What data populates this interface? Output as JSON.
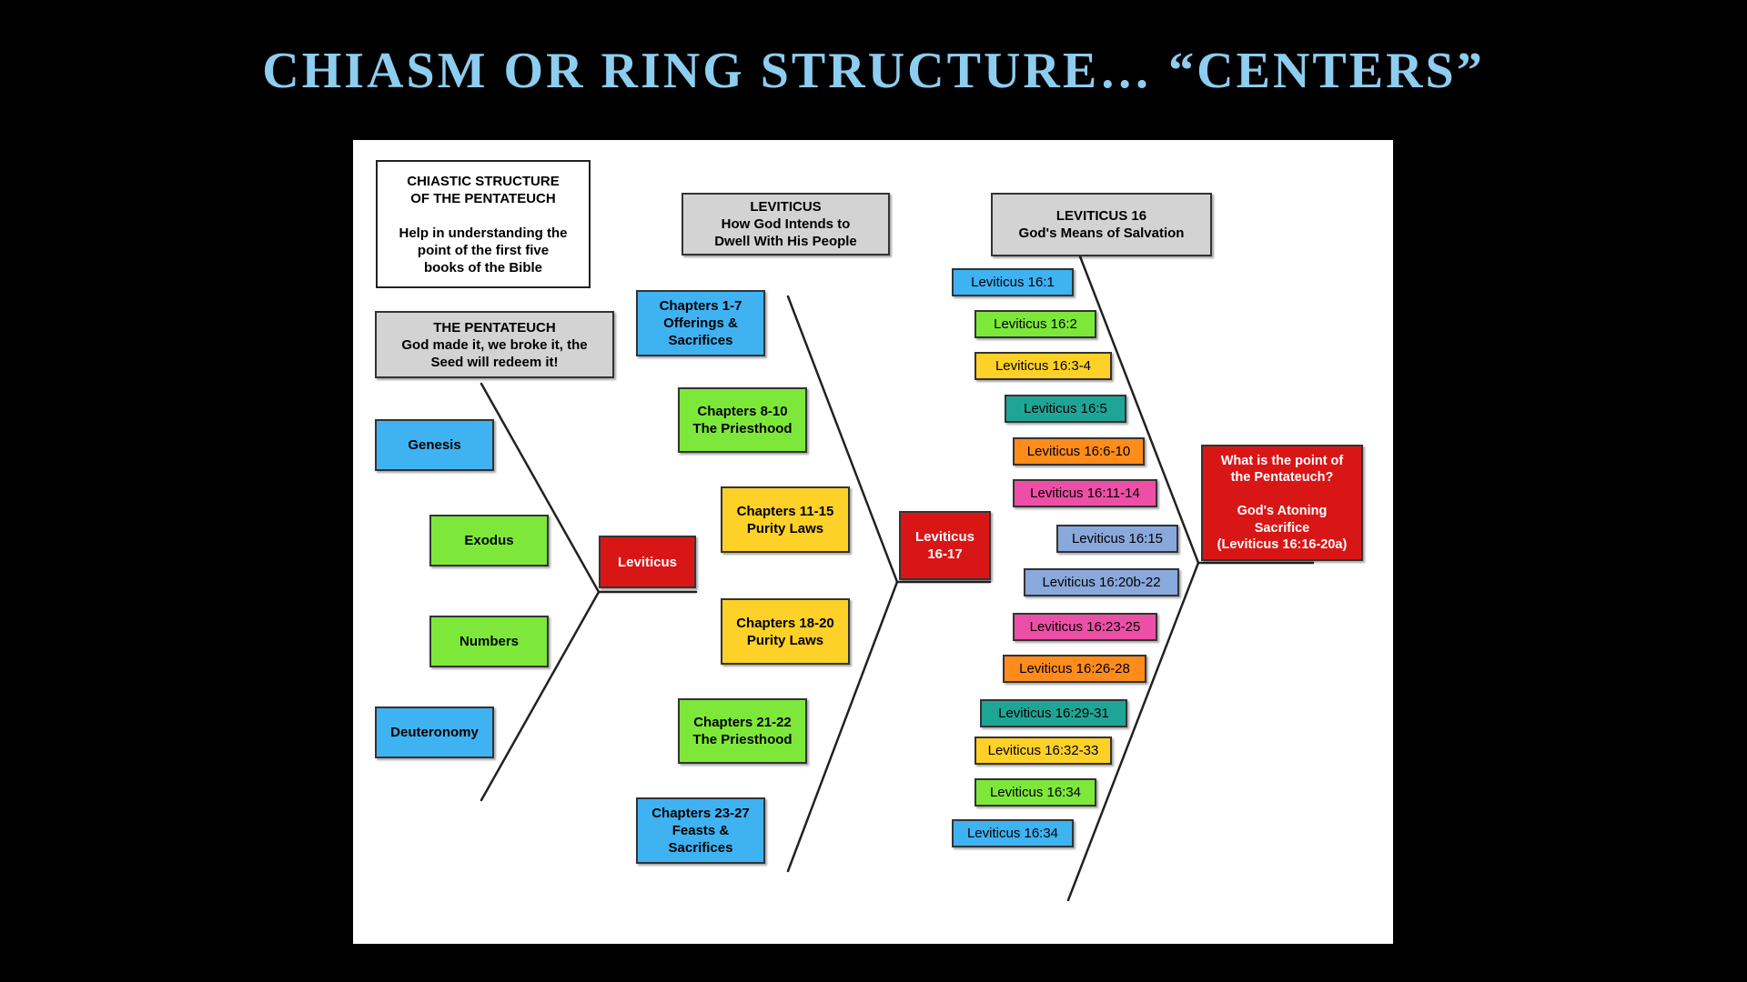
{
  "slide": {
    "title": "CHIASM OR RING STRUCTURE… “CENTERS”"
  },
  "colors": {
    "title": "#8dcdf0",
    "blue": "#3fb2f2",
    "green": "#7de83a",
    "yellow": "#fdd127",
    "red": "#d91616",
    "gray": "#d3d3d3",
    "teal": "#1fa596",
    "orange": "#ff8c1a",
    "pink": "#ee4fa6",
    "slate": "#89a8dc"
  },
  "diagram": {
    "intro": "CHIASTIC STRUCTURE\nOF THE PENTATEUCH\n\nHelp in understanding the\npoint of the first five\nbooks of the Bible",
    "pentateuch": {
      "header": "THE PENTATEUCH\nGod made it, we broke it, the\nSeed will redeem it!",
      "books": [
        "Genesis",
        "Exodus",
        "Numbers",
        "Deuteronomy"
      ],
      "center": "Leviticus"
    },
    "leviticus": {
      "header": "LEVITICUS\nHow God Intends to\nDwell With His People",
      "sections": [
        "Chapters 1-7\nOfferings &\nSacrifices",
        "Chapters 8-10\nThe Priesthood",
        "Chapters 11-15\nPurity Laws",
        "Chapters 18-20\nPurity Laws",
        "Chapters 21-22\nThe Priesthood",
        "Chapters 23-27\nFeasts &\nSacrifices"
      ],
      "center": "Leviticus\n16-17"
    },
    "leviticus16": {
      "header": "LEVITICUS 16\nGod's Means of Salvation",
      "verses": [
        "Leviticus 16:1",
        "Leviticus 16:2",
        "Leviticus 16:3-4",
        "Leviticus 16:5",
        "Leviticus 16:6-10",
        "Leviticus 16:11-14",
        "Leviticus 16:15",
        "Leviticus 16:20b-22",
        "Leviticus 16:23-25",
        "Leviticus 16:26-28",
        "Leviticus 16:29-31",
        "Leviticus 16:32-33",
        "Leviticus 16:34",
        "Leviticus 16:34"
      ],
      "center": "What is the point of\nthe Pentateuch?\n\nGod's Atoning\nSacrifice\n(Leviticus 16:16-20a)"
    }
  }
}
